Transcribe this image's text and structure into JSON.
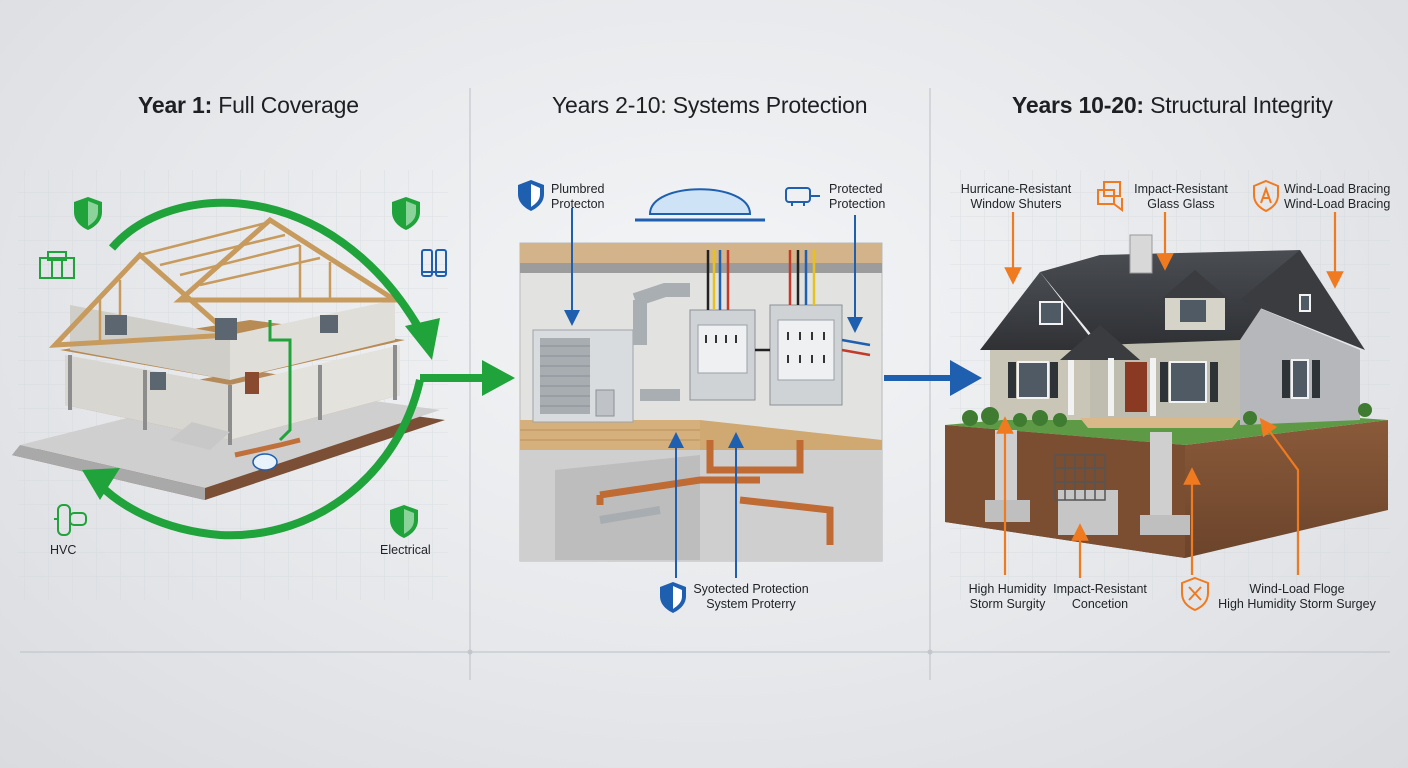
{
  "panels": [
    {
      "heading_bold": "Year 1:",
      "heading_rest": " Full Coverage",
      "accent": "#1fa33a",
      "labels": {
        "hvac": "HVC",
        "electrical": "Electrical"
      },
      "icons": [
        "shield-icon",
        "shield-icon",
        "hvac-unit-icon",
        "panel-icon",
        "pipe-icon",
        "shield-icon"
      ]
    },
    {
      "heading_bold": "",
      "heading_rest": "Years 2-10: Systems Protection",
      "accent": "#1f5fb0",
      "labels": {
        "top_left": [
          "Plumbred",
          "Protecton"
        ],
        "top_right": [
          "Protected",
          "Protection"
        ],
        "bottom": [
          "Syotected Protection",
          "System Proterry"
        ]
      },
      "icons": [
        "shield-icon",
        "dome-icon",
        "device-icon",
        "shield-icon"
      ]
    },
    {
      "heading_bold": "Years 10-20:",
      "heading_rest": " Structural Integrity",
      "accent": "#f07a20",
      "labels": {
        "top_1": [
          "Hurricane-Resistant",
          "Window Shuters"
        ],
        "top_2": [
          "Impact-Resistant",
          "Glass Glass"
        ],
        "top_3": [
          "Wind-Load Bracing",
          "Wind-Load Bracing"
        ],
        "bottom_1": [
          "High Humidity",
          "Storm Surgity"
        ],
        "bottom_2": [
          "Impact-Resistant",
          "Concetion"
        ],
        "bottom_3": [
          "Wind-Load Floge",
          "High Humidity Storm Surgey"
        ]
      },
      "icons": [
        "window-icon",
        "hex-icon",
        "a-shield-icon",
        "x-shield-icon"
      ]
    }
  ]
}
